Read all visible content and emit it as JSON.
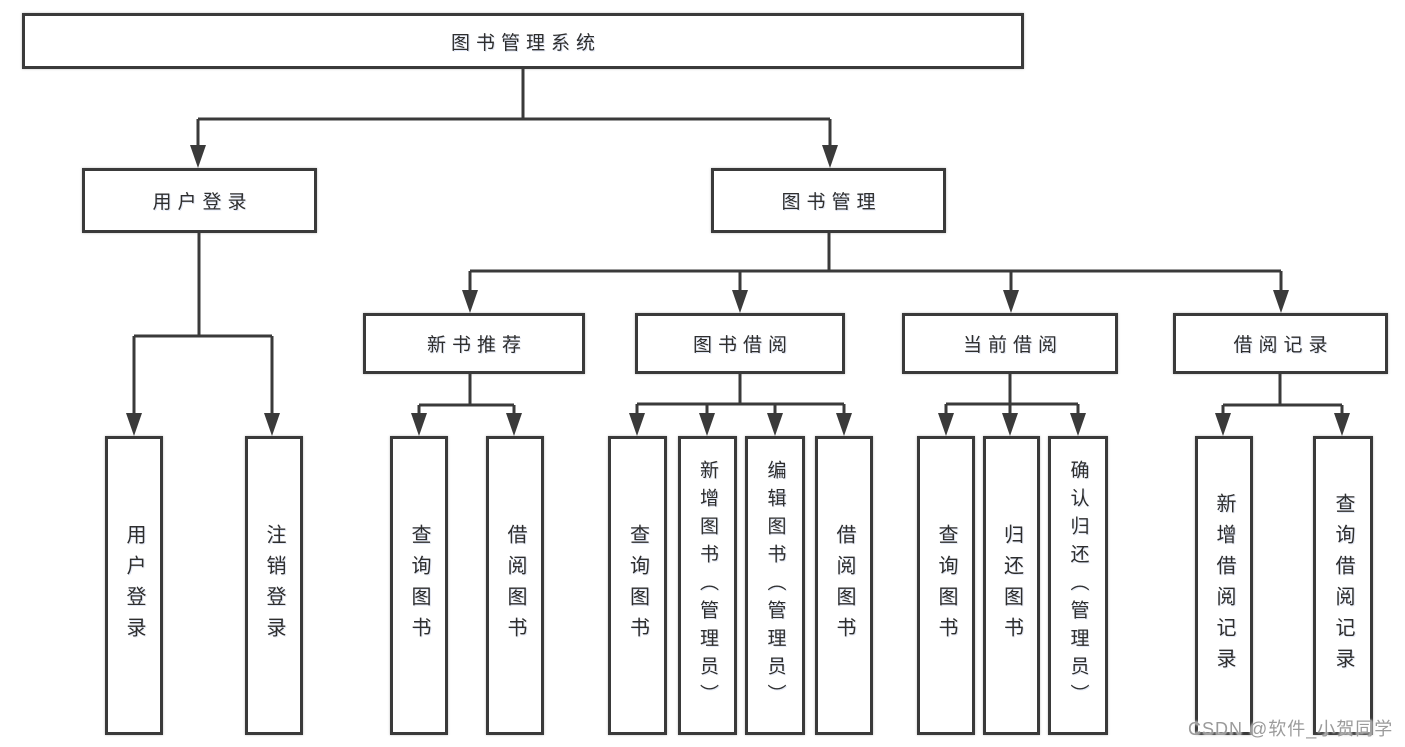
{
  "diagram_title": "图书管理系统",
  "nodes": {
    "root": "图书管理系统",
    "l2": [
      "用户登录",
      "图书管理"
    ],
    "l3": [
      "新书推荐",
      "图书借阅",
      "当前借阅",
      "借阅记录"
    ],
    "leaves": [
      "用户登录",
      "注销登录",
      "查询图书",
      "借阅图书",
      "查询图书",
      "新增图书（管理员）",
      "编辑图书（管理员）",
      "借阅图书",
      "查询图书",
      "归还图书",
      "确认归还（管理员）",
      "新增借阅记录",
      "查询借阅记录"
    ]
  },
  "watermark": "CSDN @软件_小贺同学",
  "colors": {
    "line": "#3a3a3a",
    "box_border": "#3a3a3a",
    "text": "#2e2e2e",
    "watermark": "#9b9b9b",
    "background": "#ffffff"
  }
}
